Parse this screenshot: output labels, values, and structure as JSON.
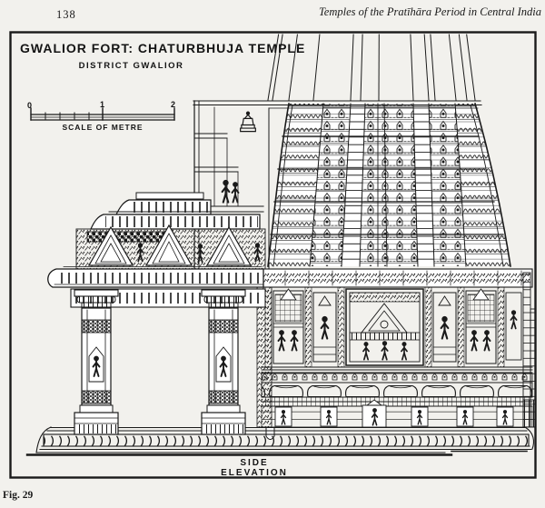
{
  "page": {
    "number": "138",
    "running_head": "Temples of the Pratīhāra Period in Central India",
    "figure_label": "Fig. 29"
  },
  "figure": {
    "title": "GWALIOR FORT: CHATURBHUJA TEMPLE",
    "subtitle": "DISTRICT GWALIOR",
    "caption": "SIDE ELEVATION",
    "scale_bar": {
      "tick_0": "0",
      "tick_1": "1",
      "tick_2": "2",
      "label": "SCALE OF METRE"
    }
  },
  "colors": {
    "paper": "#f2f1ed",
    "ink": "#1a1a1a"
  }
}
